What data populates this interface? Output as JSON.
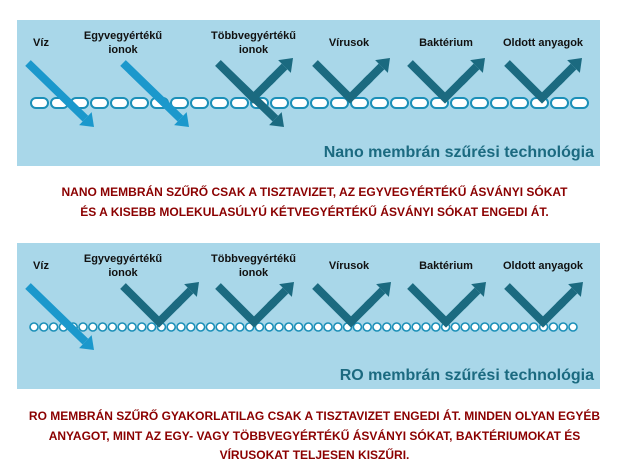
{
  "labels": [
    "Víz",
    "Egyvegyértékű ionok",
    "Többvegyértékű ionok",
    "Vírusok",
    "Baktérium",
    "Oldott anyagok"
  ],
  "nano": {
    "title": "Nano membrán szűrési technológia",
    "description": "NANO MEMBRÁN SZŰRŐ CSAK A TISZTAVIZET, AZ EGYVEGYÉRTÉKŰ ÁSVÁNYI SÓKAT ÉS A KISEBB MOLEKULASÚLYÚ KÉTVEGYÉRTÉKŰ ÁSVÁNYI SÓKAT ENGEDI ÁT.",
    "behaviour": [
      "pass",
      "pass",
      "partial",
      "reject",
      "reject",
      "reject"
    ]
  },
  "ro": {
    "title": "RO membrán szűrési technológia",
    "description": "RO MEMBRÁN SZŰRŐ GYAKORLATILAG CSAK A TISZTAVIZET ENGEDI ÁT. MINDEN OLYAN EGYÉB ANYAGOT, MINT AZ EGY- VAGY TÖBBVEGYÉRTÉKŰ ÁSVÁNYI SÓKAT, BAKTÉRIUMOKAT ÉS VÍRUSOKAT TELJESEN KISZŰRI.",
    "behaviour": [
      "pass",
      "reject",
      "reject",
      "reject",
      "reject",
      "reject"
    ]
  },
  "colors": {
    "panel": "#a9d7e9",
    "pass_arrow": "#1b98cc",
    "reject_arrow": "#1b6a80",
    "description": "#8b0000"
  }
}
